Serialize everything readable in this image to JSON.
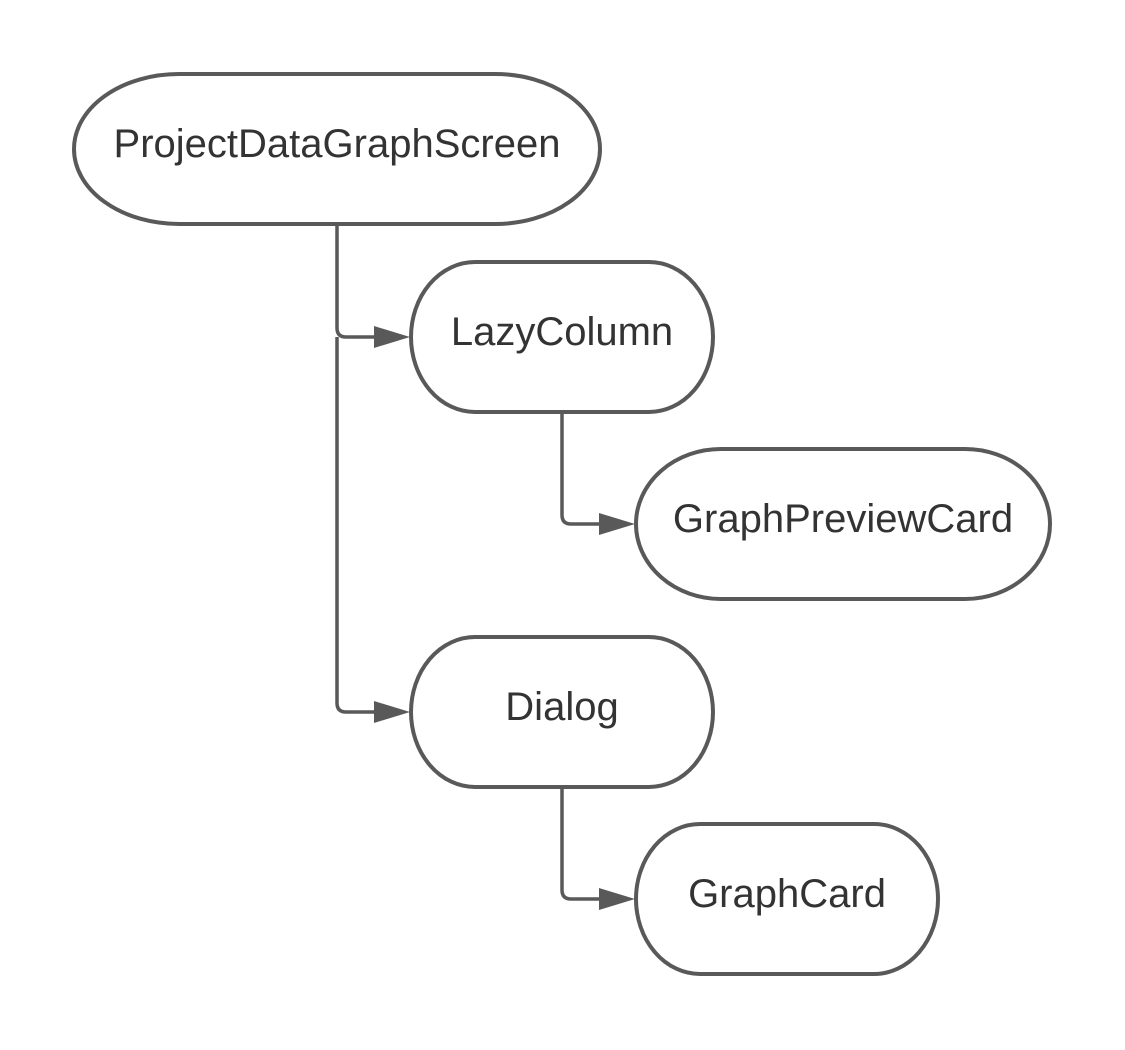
{
  "diagram": {
    "nodes": {
      "root": "ProjectDataGraphScreen",
      "lazy_column": "LazyColumn",
      "graph_preview_card": "GraphPreviewCard",
      "dialog": "Dialog",
      "graph_card": "GraphCard"
    },
    "colors": {
      "stroke": "#595959",
      "text": "#333333",
      "background": "#ffffff"
    }
  }
}
